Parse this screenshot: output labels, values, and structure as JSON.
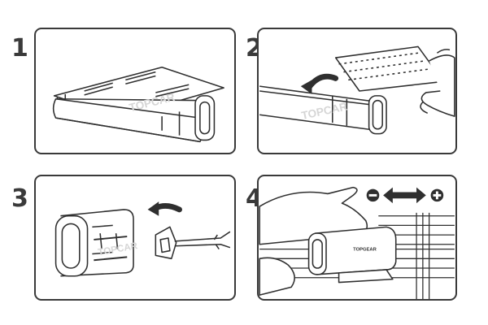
{
  "steps": [
    {
      "number": "1",
      "icons": [
        "clip-side-view"
      ]
    },
    {
      "number": "2",
      "icons": [
        "insert-arrow",
        "scent-card",
        "hand-icon"
      ]
    },
    {
      "number": "3",
      "icons": [
        "clip-front-view",
        "insert-arrow",
        "vent-clip"
      ]
    },
    {
      "number": "4",
      "icons": [
        "minus-icon",
        "double-arrow-icon",
        "plus-icon",
        "air-vent",
        "hand-icon"
      ]
    }
  ],
  "watermark": "TOPCAR",
  "product_brand": "TOPGEAR",
  "colors": {
    "line": "#2f2f2f",
    "border": "#3a3a3a",
    "watermark": "#d6d6d6",
    "fill": "#ffffff"
  }
}
